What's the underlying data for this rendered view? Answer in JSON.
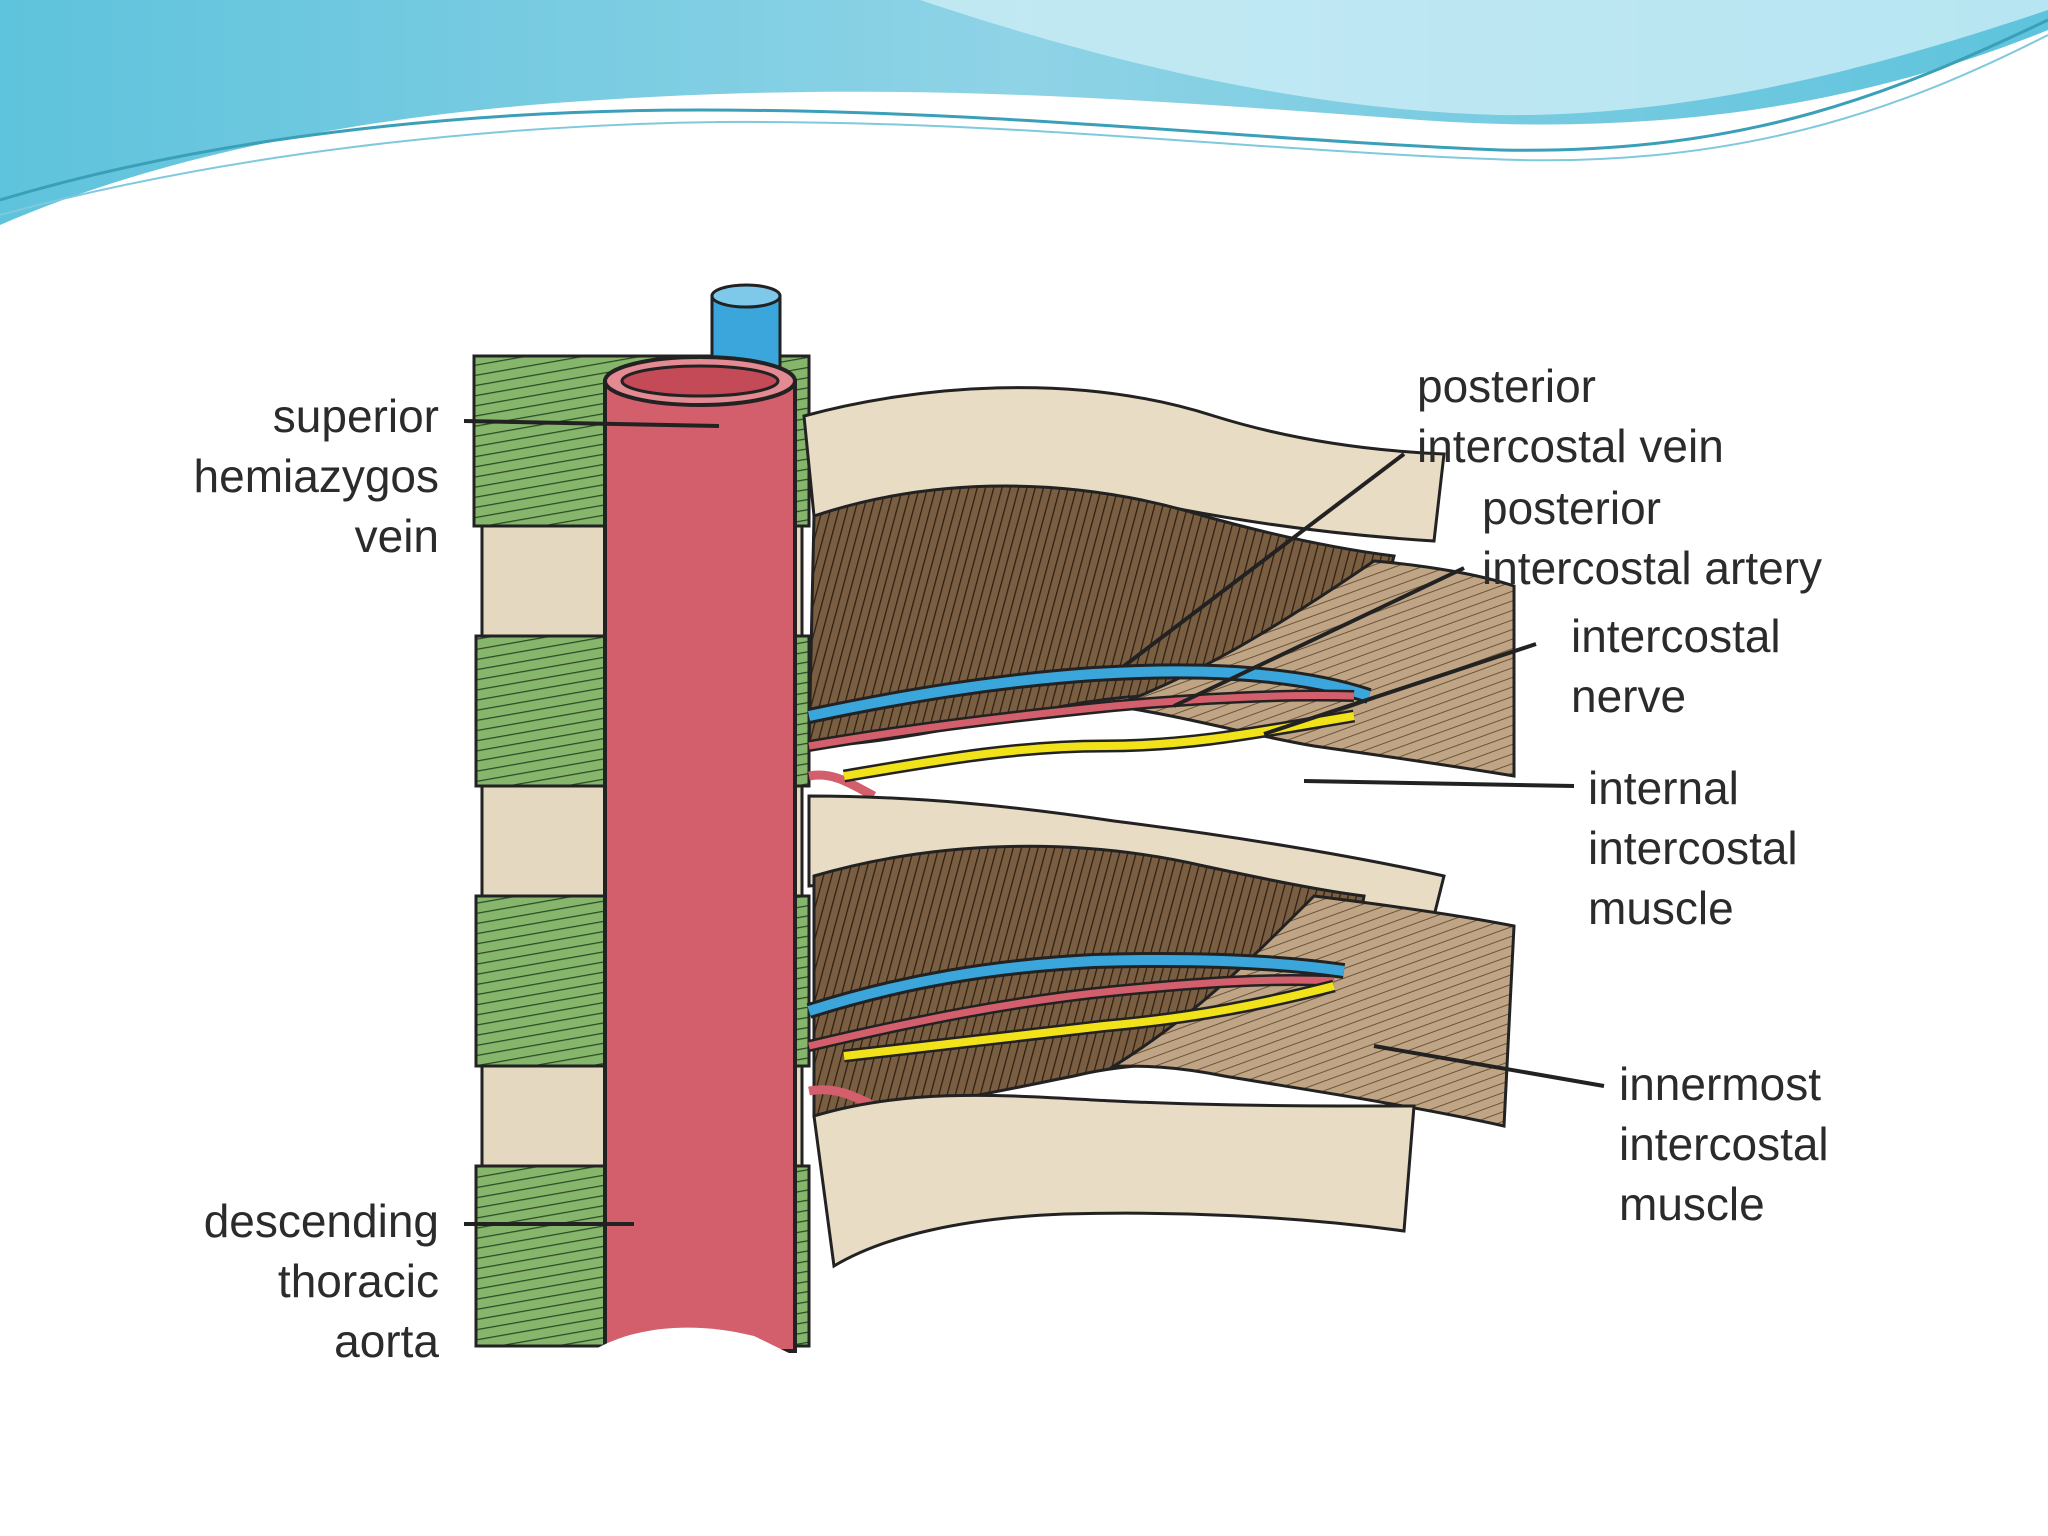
{
  "theme": {
    "accent_wave": "#6cc6dc",
    "wave_light": "#bfe8f1",
    "panel_background": "#ffffff",
    "colors": {
      "aorta": "#d45f6c",
      "vein": "#3ba6dc",
      "nerve": "#f2e21a",
      "muscle": "#bca283",
      "bone": "#e8dcc5",
      "spinal_tissue": "#7fae66"
    }
  },
  "diagram": {
    "labels": {
      "superior_hemiazygos_vein": [
        "superior",
        "hemiazygos",
        "vein"
      ],
      "descending_thoracic_aorta": [
        "descending",
        "thoracic",
        "aorta"
      ],
      "posterior_intercostal_vein": [
        "posterior",
        "intercostal vein"
      ],
      "posterior_intercostal_artery": [
        "posterior",
        "intercostal artery"
      ],
      "intercostal_nerve": [
        "intercostal",
        "nerve"
      ],
      "internal_intercostal_muscle": [
        "internal",
        "intercostal",
        "muscle"
      ],
      "innermost_intercostal_muscle": [
        "innermost",
        "intercostal",
        "muscle"
      ]
    }
  }
}
